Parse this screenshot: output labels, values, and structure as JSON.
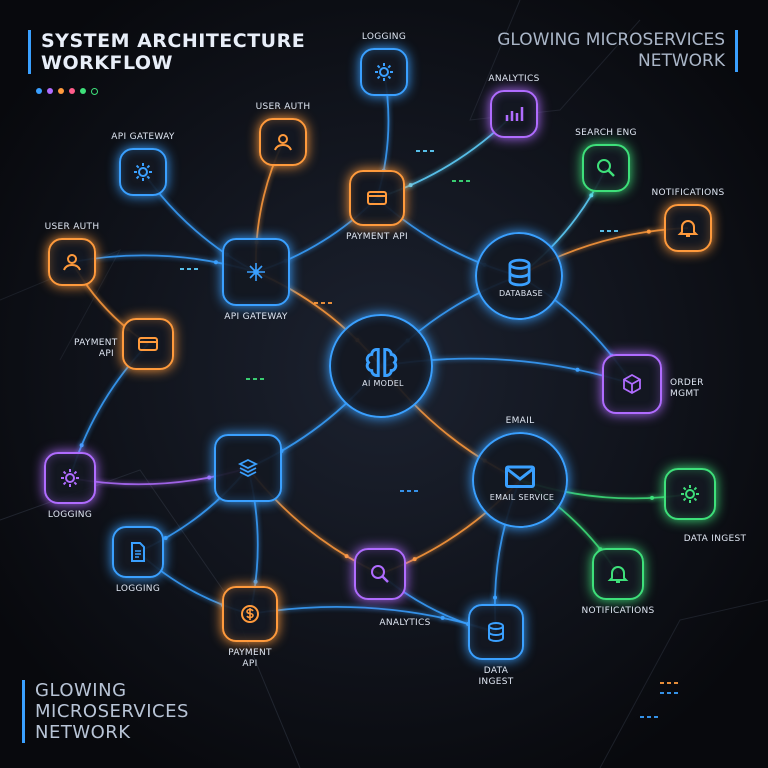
{
  "titles": {
    "top_left_line1": "SYSTEM ARCHITECTURE",
    "top_left_line2": "WORKFLOW",
    "top_right_line1": "GLOWING MICROSERVICES",
    "top_right_line2": "NETWORK",
    "bottom_left_line1": "GLOWING",
    "bottom_left_line2": "MICROSERVICES",
    "bottom_left_line3": "NETWORK"
  },
  "colors": {
    "blue": "#3aa0ff",
    "orange": "#ff9a3c",
    "purple": "#b06cff",
    "green": "#3ee07a",
    "cyan": "#5fd2ff"
  },
  "nodes": [
    {
      "id": "logging-top",
      "label": "LOGGING",
      "color": "blue",
      "icon": "gear-icon"
    },
    {
      "id": "analytics-top",
      "label": "ANALYTICS",
      "color": "purple",
      "icon": "bar-chart-icon"
    },
    {
      "id": "user-auth-top",
      "label": "USER AUTH",
      "color": "orange",
      "icon": "user-icon"
    },
    {
      "id": "api-gateway-top",
      "label": "API GATEWAY",
      "color": "blue",
      "icon": "gear-icon"
    },
    {
      "id": "payment-api-top",
      "label": "PAYMENT API",
      "color": "orange",
      "icon": "card-icon"
    },
    {
      "id": "search-eng",
      "label": "SEARCH ENG",
      "color": "green",
      "icon": "search-icon"
    },
    {
      "id": "notifications-top",
      "label": "NOTIFICATIONS",
      "color": "orange",
      "icon": "bell-icon"
    },
    {
      "id": "user-auth-left",
      "label": "USER AUTH",
      "color": "orange",
      "icon": "user-icon"
    },
    {
      "id": "api-gateway-mid",
      "label": "API GATEWAY",
      "color": "blue",
      "icon": "network-icon"
    },
    {
      "id": "database",
      "label": "DATABASE",
      "inner_label": "DATABASE",
      "color": "blue",
      "icon": "database-icon"
    },
    {
      "id": "payment-api-left",
      "label": "PAYMENT API",
      "color": "orange",
      "icon": "card-icon"
    },
    {
      "id": "ai-model",
      "label": "AI MODEL",
      "inner_label": "AI MODEL",
      "color": "blue",
      "icon": "brain-icon"
    },
    {
      "id": "order-mgmt",
      "label": "ORDER MGMT",
      "color": "purple",
      "icon": "cube-icon"
    },
    {
      "id": "logging-left",
      "label": "LOGGING",
      "color": "purple",
      "icon": "gear-icon"
    },
    {
      "id": "center-hub",
      "label": "",
      "color": "blue",
      "icon": "layers-icon"
    },
    {
      "id": "email",
      "label": "EMAIL",
      "inner_label": "EMAIL SERVICE",
      "color": "blue",
      "icon": "mail-icon"
    },
    {
      "id": "data-ingest-right",
      "label": "DATA INGEST",
      "color": "green",
      "icon": "gear-icon"
    },
    {
      "id": "logging-bottom",
      "label": "LOGGING",
      "color": "blue",
      "icon": "document-icon"
    },
    {
      "id": "analytics-bottom",
      "label": "ANALYTICS",
      "color": "purple",
      "icon": "search-icon"
    },
    {
      "id": "notifications-bottom",
      "label": "NOTIFICATIONS",
      "color": "green",
      "icon": "bell-icon"
    },
    {
      "id": "payment-api-bottom",
      "label": "PAYMENT API",
      "color": "orange",
      "icon": "dollar-icon"
    },
    {
      "id": "data-ingest-bottom",
      "label": "DATA INGEST",
      "color": "blue",
      "icon": "database-icon"
    }
  ],
  "edges": [
    {
      "from": "logging-top",
      "to": "payment-api-top",
      "color": "blue"
    },
    {
      "from": "user-auth-top",
      "to": "api-gateway-mid",
      "color": "orange"
    },
    {
      "from": "analytics-top",
      "to": "payment-api-top",
      "color": "cyan"
    },
    {
      "from": "api-gateway-top",
      "to": "api-gateway-mid",
      "color": "blue"
    },
    {
      "from": "payment-api-top",
      "to": "api-gateway-mid",
      "color": "blue"
    },
    {
      "from": "payment-api-top",
      "to": "database",
      "color": "blue"
    },
    {
      "from": "user-auth-left",
      "to": "api-gateway-mid",
      "color": "blue"
    },
    {
      "from": "user-auth-left",
      "to": "payment-api-left",
      "color": "orange"
    },
    {
      "from": "api-gateway-mid",
      "to": "ai-model",
      "color": "orange"
    },
    {
      "from": "database",
      "to": "search-eng",
      "color": "cyan"
    },
    {
      "from": "database",
      "to": "notifications-top",
      "color": "orange"
    },
    {
      "from": "database",
      "to": "ai-model",
      "color": "blue"
    },
    {
      "from": "database",
      "to": "order-mgmt",
      "color": "blue"
    },
    {
      "from": "payment-api-left",
      "to": "logging-left",
      "color": "blue"
    },
    {
      "from": "ai-model",
      "to": "center-hub",
      "color": "blue"
    },
    {
      "from": "ai-model",
      "to": "email",
      "color": "orange"
    },
    {
      "from": "ai-model",
      "to": "order-mgmt",
      "color": "blue"
    },
    {
      "from": "logging-left",
      "to": "center-hub",
      "color": "purple"
    },
    {
      "from": "center-hub",
      "to": "logging-bottom",
      "color": "blue"
    },
    {
      "from": "center-hub",
      "to": "analytics-bottom",
      "color": "orange"
    },
    {
      "from": "center-hub",
      "to": "payment-api-bottom",
      "color": "blue"
    },
    {
      "from": "email",
      "to": "data-ingest-right",
      "color": "green"
    },
    {
      "from": "email",
      "to": "analytics-bottom",
      "color": "orange"
    },
    {
      "from": "email",
      "to": "data-ingest-bottom",
      "color": "blue"
    },
    {
      "from": "email",
      "to": "notifications-bottom",
      "color": "green"
    },
    {
      "from": "logging-bottom",
      "to": "payment-api-bottom",
      "color": "blue"
    },
    {
      "from": "payment-api-bottom",
      "to": "data-ingest-bottom",
      "color": "blue"
    },
    {
      "from": "analytics-bottom",
      "to": "data-ingest-bottom",
      "color": "blue"
    }
  ]
}
